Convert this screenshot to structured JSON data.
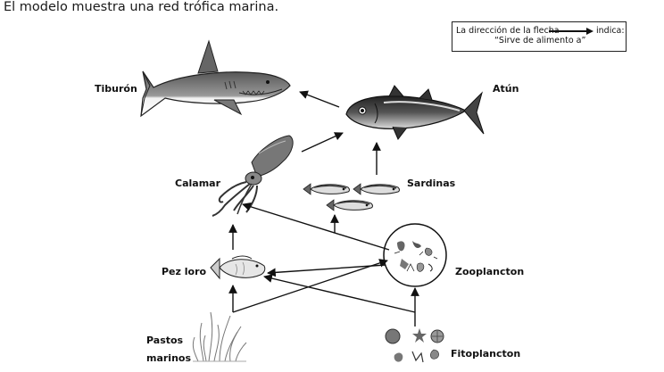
{
  "intro": "El modelo muestra una red trófica marina.",
  "legend": {
    "line1_pre": "La dirección de la flecha",
    "line1_post": "indica:",
    "line2": "“Sirve de alimento a”"
  },
  "organisms": {
    "tiburon": "Tiburón",
    "atun": "Atún",
    "calamar": "Calamar",
    "sardinas": "Sardinas",
    "pez_loro": "Pez loro",
    "zooplancton": "Zooplancton",
    "pastos_1": "Pastos",
    "pastos_2": "marinos",
    "fitoplancton": "Fitoplancton"
  }
}
